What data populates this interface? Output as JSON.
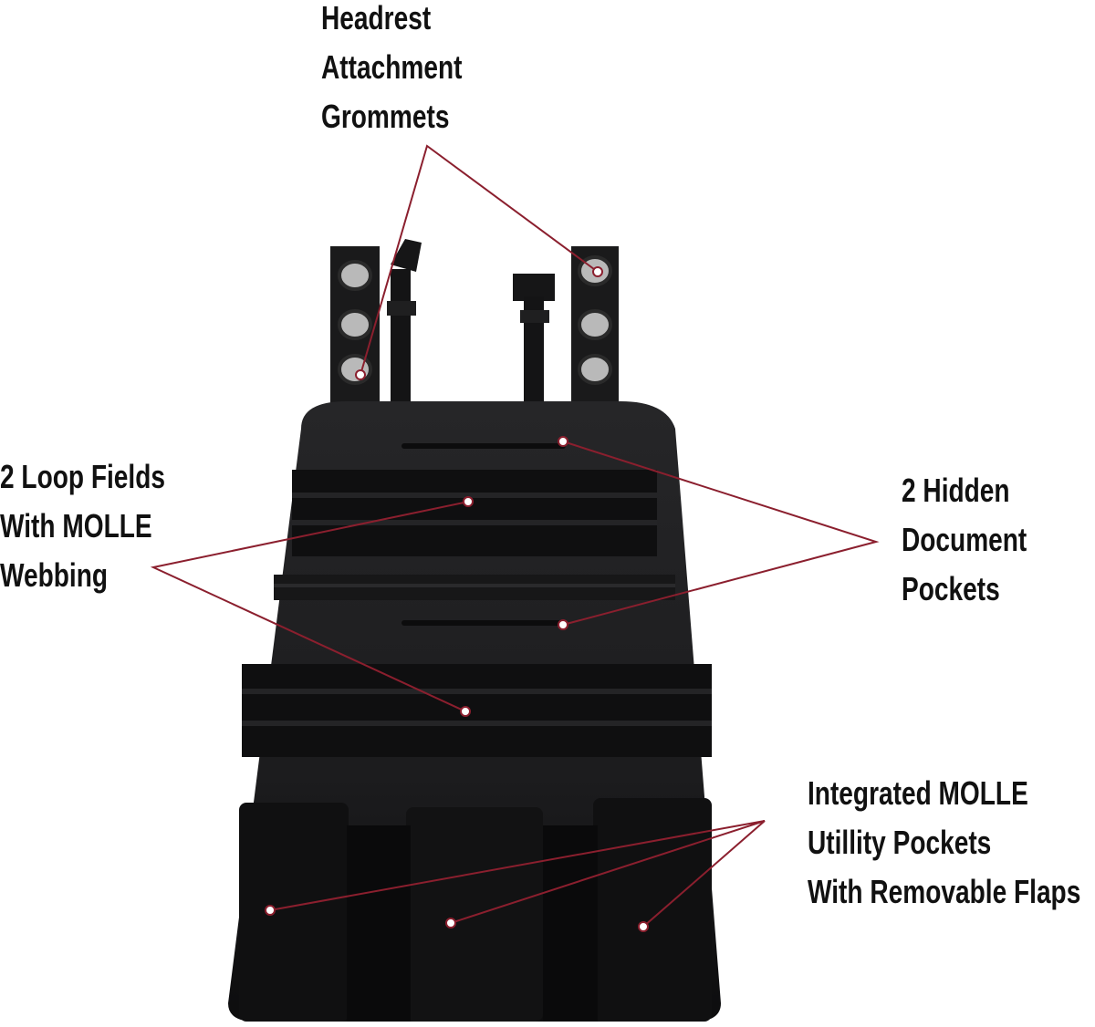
{
  "colors": {
    "leader_line": "#8b1f2e",
    "product_fabric": "#1d1d1f",
    "product_shadow": "#0b0b0c",
    "loop_field": "#101011",
    "text": "#111111",
    "background": "#ffffff"
  },
  "callouts": {
    "headrest": {
      "lines": [
        "Headrest",
        "Attachment",
        "Grommets"
      ]
    },
    "loop_fields": {
      "lines": [
        "2 Loop Fields",
        "With MOLLE",
        "Webbing"
      ]
    },
    "hidden_pockets": {
      "lines": [
        "2 Hidden",
        "Document",
        "Pockets"
      ]
    },
    "utility_pockets": {
      "lines": [
        "Integrated MOLLE",
        "Utillity Pockets",
        "With Removable Flaps"
      ]
    }
  },
  "product": {
    "icon": "molle-seat-back-organizer-photo"
  }
}
